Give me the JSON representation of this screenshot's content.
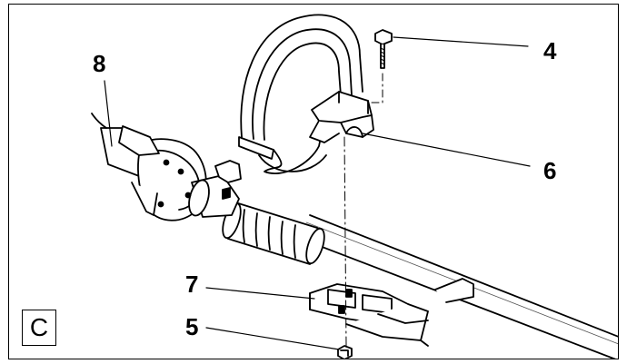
{
  "figure": {
    "panel_label": "C",
    "callouts": [
      {
        "id": "label-8",
        "text": "8"
      },
      {
        "id": "label-4",
        "text": "4"
      },
      {
        "id": "label-6",
        "text": "6"
      },
      {
        "id": "label-7",
        "text": "7"
      },
      {
        "id": "label-5",
        "text": "5"
      }
    ]
  },
  "colors": {
    "line": "#000000",
    "background": "#ffffff",
    "tone": "#e6e6e6"
  }
}
